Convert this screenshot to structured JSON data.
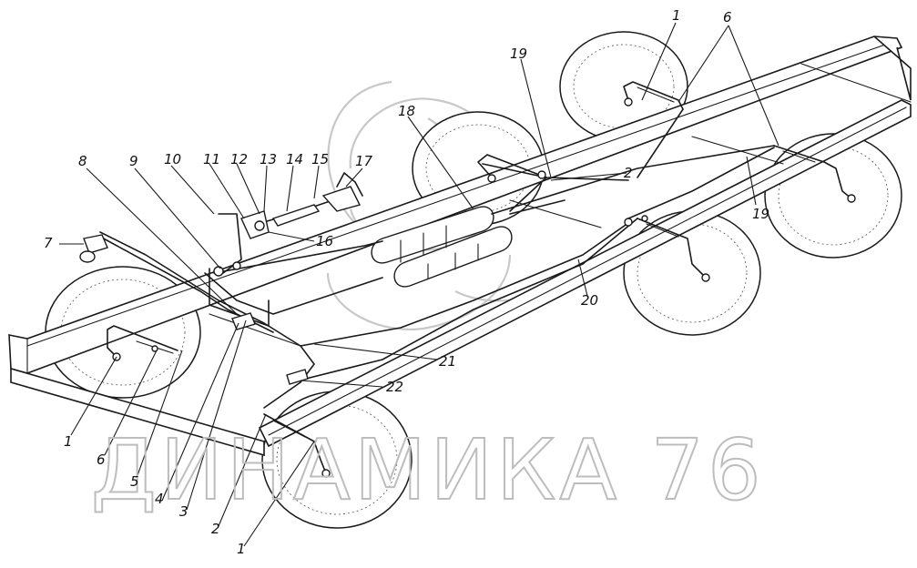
{
  "callouts": [
    "1",
    "2",
    "3",
    "4",
    "5",
    "6",
    "7",
    "8",
    "9",
    "10",
    "11",
    "12",
    "13",
    "14",
    "15",
    "16",
    "17",
    "18",
    "19",
    "20",
    "21",
    "22"
  ],
  "watermark": {
    "text": "ДИНАМИКА 76"
  }
}
